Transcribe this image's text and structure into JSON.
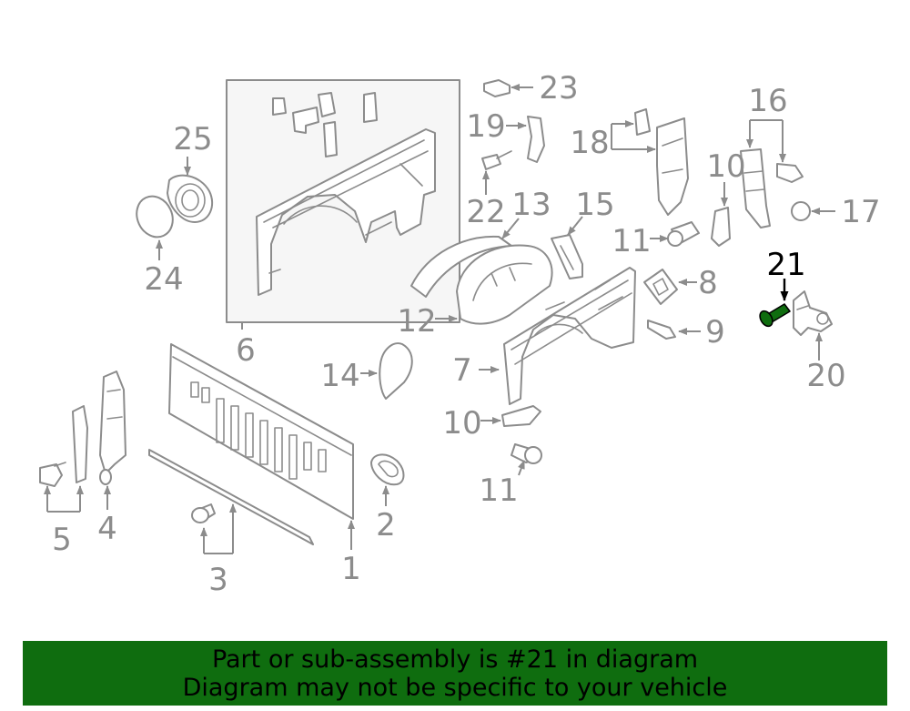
{
  "diagram": {
    "highlight_part": "21",
    "colors": {
      "line": "#8c8c8c",
      "highlight": "#0f6d0f",
      "banner": "#0f6d0f"
    },
    "callouts": [
      "1",
      "2",
      "3",
      "4",
      "5",
      "6",
      "7",
      "8",
      "9",
      "10",
      "10",
      "11",
      "11",
      "12",
      "13",
      "14",
      "15",
      "16",
      "17",
      "18",
      "19",
      "20",
      "21",
      "22",
      "23",
      "24",
      "25"
    ]
  },
  "banner": {
    "line1": "Part or sub-assembly is #21 in diagram",
    "line2": "Diagram may not be specific to your vehicle"
  }
}
